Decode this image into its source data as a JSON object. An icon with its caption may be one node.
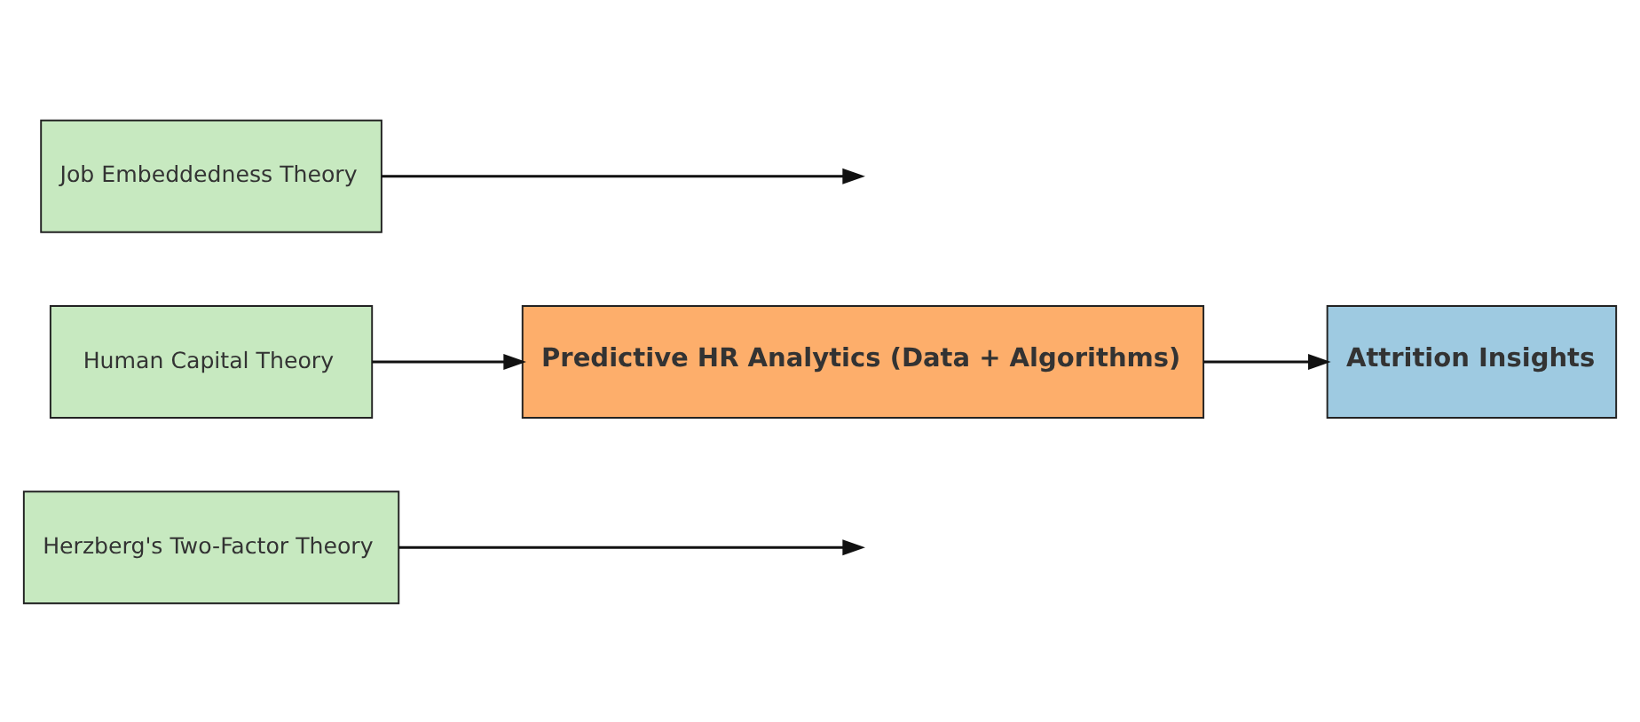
{
  "diagram": {
    "nodes": [
      {
        "text": [
          "Herzberg's Two-Factor Theory"
        ]
      },
      {
        "text": [
          "Human Capital Theory"
        ]
      },
      {
        "text": [
          "Job Embeddedness Theory"
        ]
      },
      {
        "text": [
          "Predictive HR Analytics (Data + Algorithms)"
        ]
      },
      {
        "text": [
          "Attrition Insights"
        ]
      }
    ],
    "edges": [
      {
        "from": 0,
        "to": null,
        "arrow": "to"
      },
      {
        "from": 1,
        "to": 3,
        "arrow": "to"
      },
      {
        "from": 2,
        "to": null,
        "arrow": "to"
      },
      {
        "from": 3,
        "to": 4,
        "arrow": "to"
      }
    ]
  }
}
